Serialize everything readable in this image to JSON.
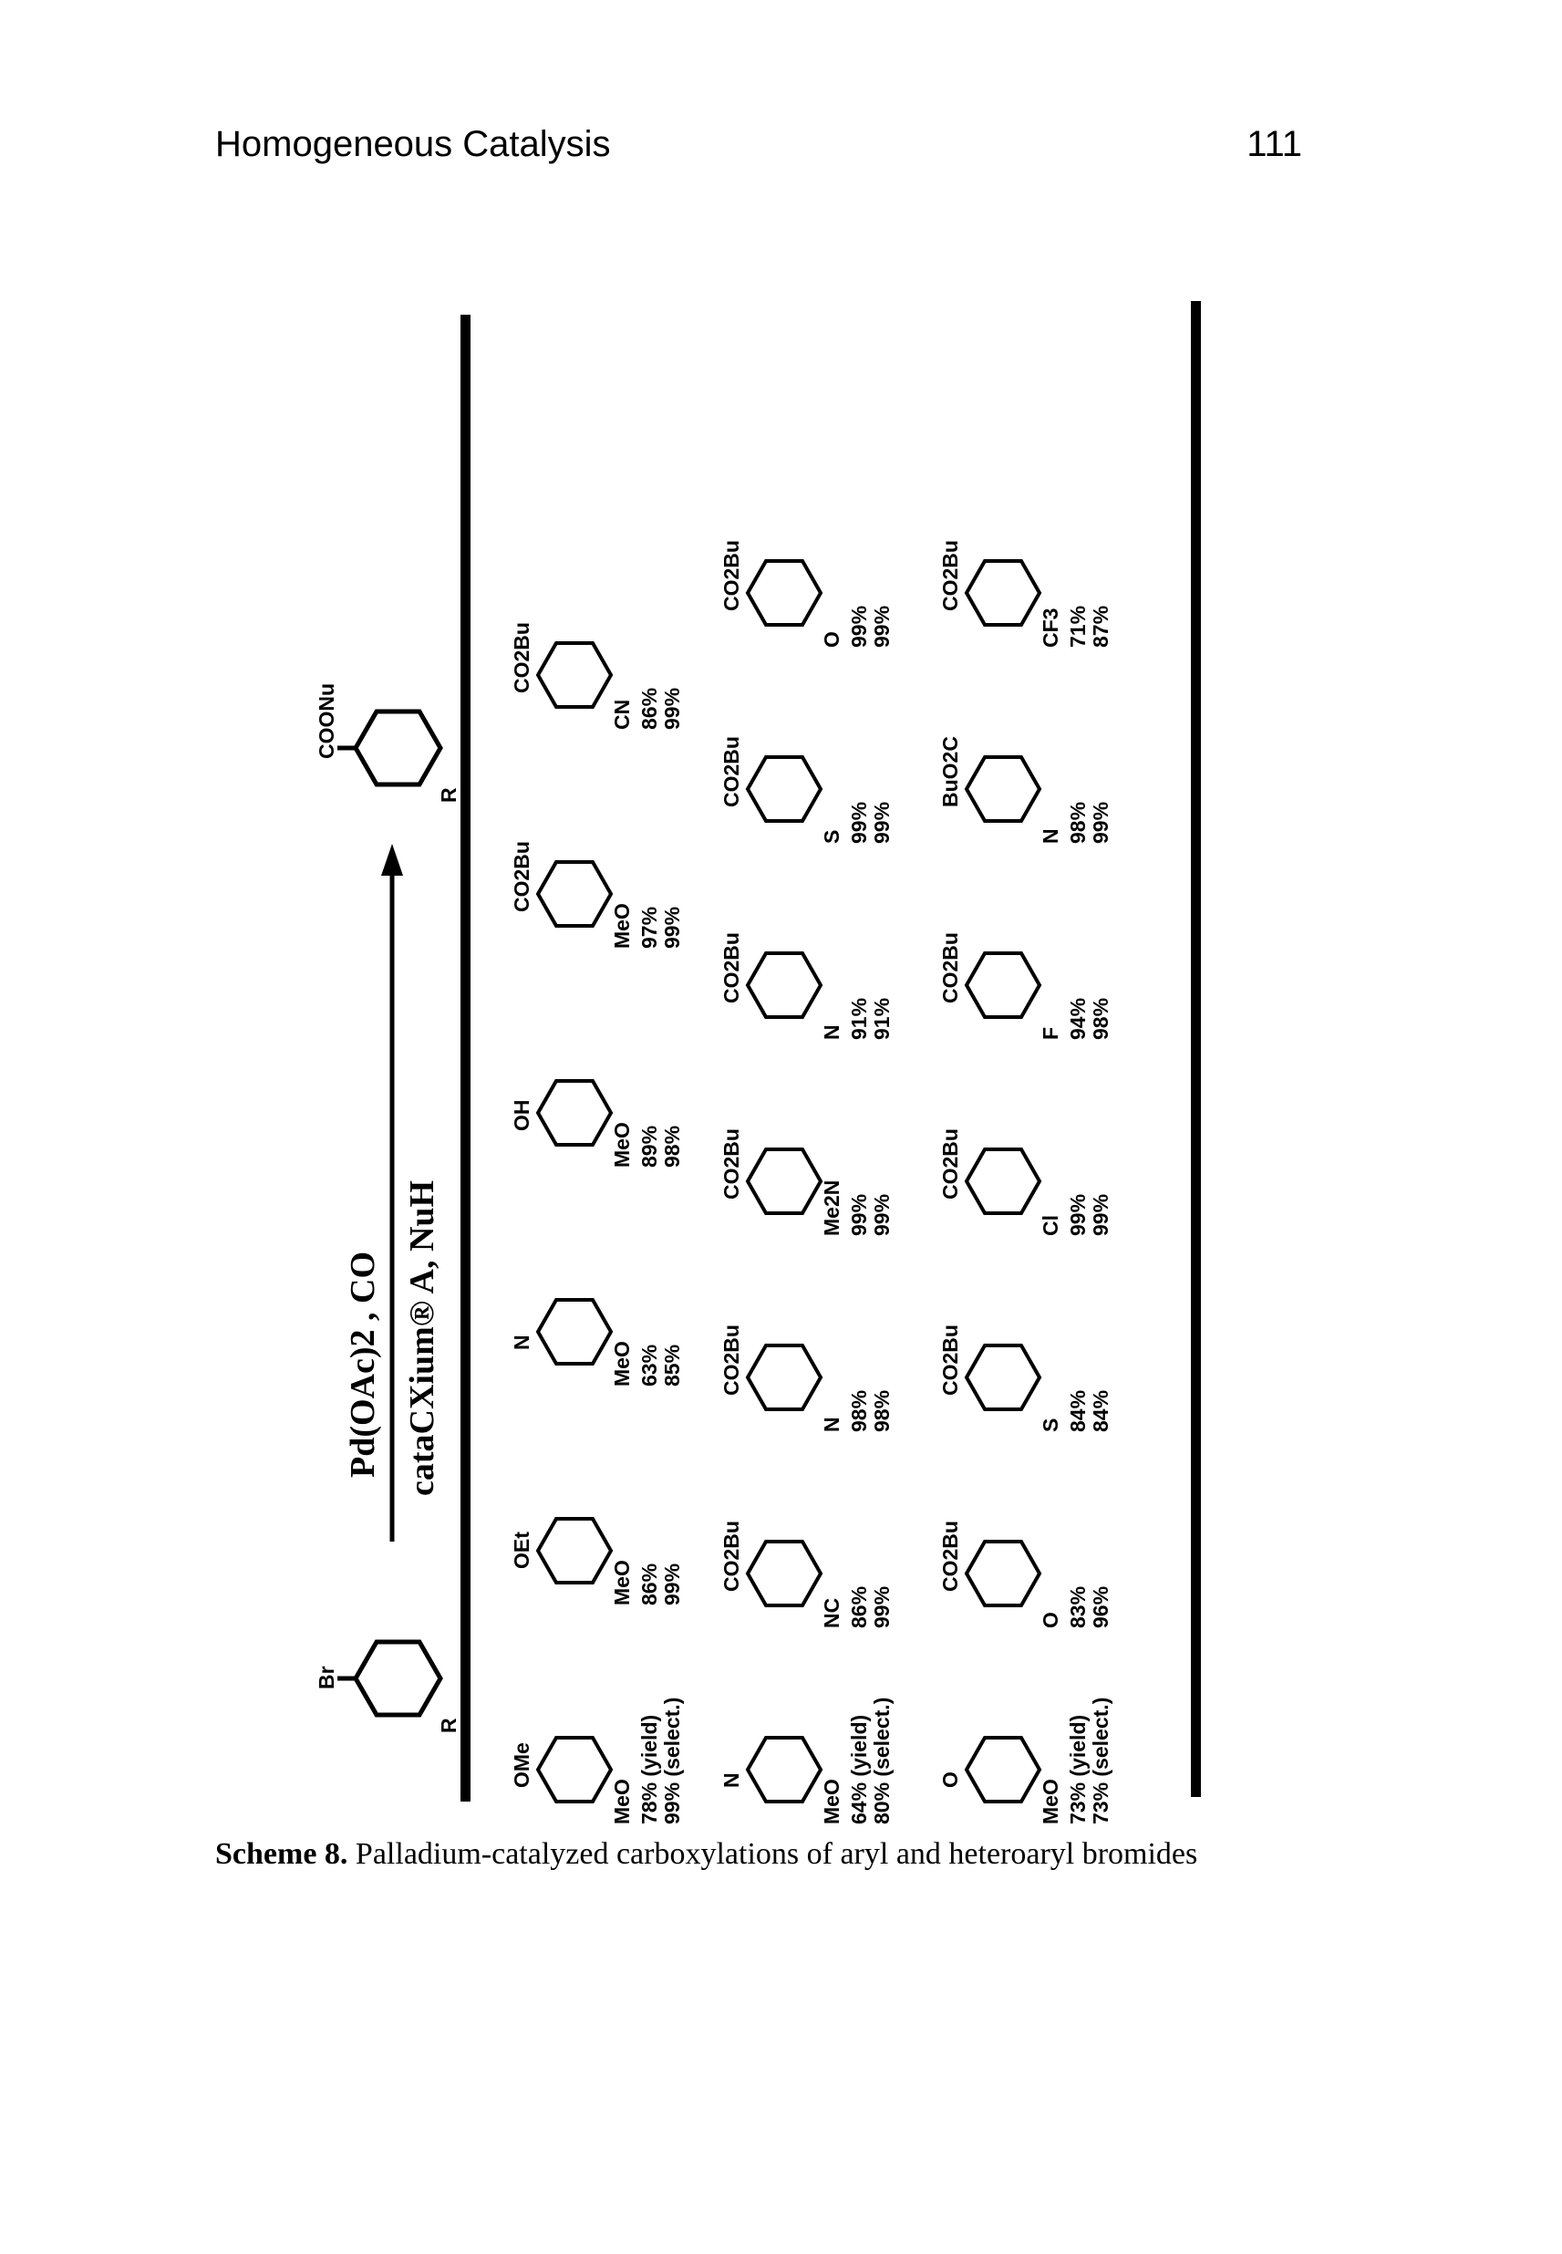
{
  "header": {
    "section_title": "Homogeneous Catalysis",
    "page_number": "111"
  },
  "scheme": {
    "reactant": {
      "substituent_top": "Br",
      "ring_label": "R"
    },
    "product": {
      "substituent_top": "COONu",
      "ring_label": "R"
    },
    "conditions": {
      "above_arrow": "Pd(OAc)2 , CO",
      "below_arrow": "cataCXium® A, NuH"
    },
    "rows": [
      {
        "entries": [
          {
            "label_top": "OMe",
            "label_bottom": "MeO",
            "yield": "78% (yield)",
            "select": "99% (select.)"
          },
          {
            "label_top": "OEt",
            "label_bottom": "MeO",
            "yield": "86%",
            "select": "99%"
          },
          {
            "label_top": "N",
            "label_bottom": "MeO",
            "yield": "63%",
            "select": "85%"
          },
          {
            "label_top": "OH",
            "label_bottom": "MeO",
            "yield": "89%",
            "select": "98%"
          },
          {
            "label_top": "CO2Bu",
            "label_bottom": "MeO",
            "yield": "97%",
            "select": "99%"
          },
          {
            "label_top": "CO2Bu",
            "label_bottom": "CN",
            "yield": "86%",
            "select": "99%"
          }
        ]
      },
      {
        "entries": [
          {
            "label_top": "N",
            "label_bottom": "MeO",
            "yield": "64% (yield)",
            "select": "80% (select.)"
          },
          {
            "label_top": "CO2Bu",
            "label_bottom": "NC",
            "yield": "86%",
            "select": "99%"
          },
          {
            "label_top": "CO2Bu",
            "label_bottom": "N",
            "yield": "98%",
            "select": "98%"
          },
          {
            "label_top": "CO2Bu",
            "label_bottom": "Me2N",
            "yield": "99%",
            "select": "99%"
          },
          {
            "label_top": "CO2Bu",
            "label_bottom": "N",
            "yield": "91%",
            "select": "91%"
          },
          {
            "label_top": "CO2Bu",
            "label_bottom": "S",
            "yield": "99%",
            "select": "99%"
          },
          {
            "label_top": "CO2Bu",
            "label_bottom": "O",
            "yield": "99%",
            "select": "99%"
          }
        ]
      },
      {
        "entries": [
          {
            "label_top": "O",
            "label_bottom": "MeO",
            "yield": "73% (yield)",
            "select": "73% (select.)"
          },
          {
            "label_top": "CO2Bu",
            "label_bottom": "O",
            "yield": "83%",
            "select": "96%"
          },
          {
            "label_top": "CO2Bu",
            "label_bottom": "S",
            "yield": "84%",
            "select": "84%"
          },
          {
            "label_top": "CO2Bu",
            "label_bottom": "Cl",
            "yield": "99%",
            "select": "99%"
          },
          {
            "label_top": "CO2Bu",
            "label_bottom": "F",
            "yield": "94%",
            "select": "98%"
          },
          {
            "label_top": "BuO2C",
            "label_bottom": "N",
            "yield": "98%",
            "select": "99%"
          },
          {
            "label_top": "CO2Bu",
            "label_bottom": "CF3",
            "yield": "71%",
            "select": "87%"
          }
        ]
      }
    ]
  },
  "caption": {
    "label": "Scheme 8.",
    "text": " Palladium-catalyzed carboxylations of aryl and heteroaryl bromides"
  }
}
